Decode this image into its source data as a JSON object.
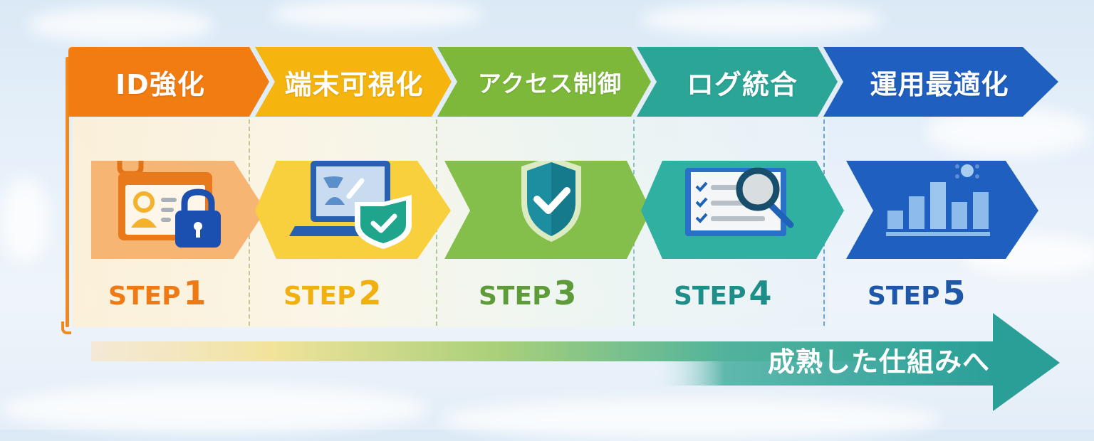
{
  "phases": [
    {
      "label": "ID強化",
      "color": "#f07c12"
    },
    {
      "label": "端末可視化",
      "color": "#f5b40e"
    },
    {
      "label": "アクセス制御",
      "color": "#7db83a"
    },
    {
      "label": "ログ統合",
      "color": "#2aa596"
    },
    {
      "label": "運用最適化",
      "color": "#1f5fbf"
    }
  ],
  "steps": [
    {
      "prefix": "STEP",
      "number": "1",
      "color": "#ee7a16",
      "icon": "id-card-lock-icon"
    },
    {
      "prefix": "STEP",
      "number": "2",
      "color": "#f0b010",
      "icon": "laptop-shield-icon"
    },
    {
      "prefix": "STEP",
      "number": "3",
      "color": "#5e9c3a",
      "icon": "shield-check-icon"
    },
    {
      "prefix": "STEP",
      "number": "4",
      "color": "#1f8e88",
      "icon": "checklist-magnifier-icon"
    },
    {
      "prefix": "STEP",
      "number": "5",
      "color": "#1e56a8",
      "icon": "bar-chart-gear-icon"
    }
  ],
  "progress_arrow": {
    "label": "成熟した仕組みへ",
    "end_color": "#2a9f98"
  }
}
